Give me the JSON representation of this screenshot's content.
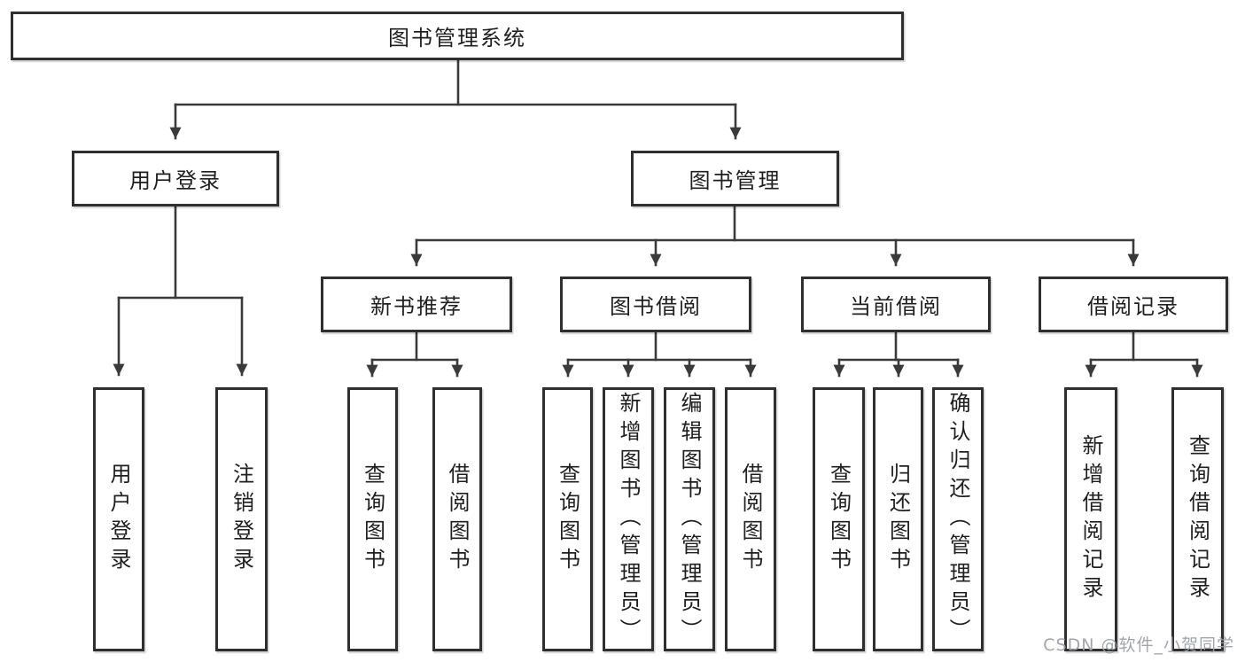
{
  "diagram": {
    "root": "图书管理系统",
    "branches": {
      "login": {
        "label": "用户登录",
        "children": [
          "用户登录",
          "注销登录"
        ]
      },
      "manage": {
        "label": "图书管理",
        "modules": [
          {
            "label": "新书推荐",
            "children": [
              "查询图书",
              "借阅图书"
            ]
          },
          {
            "label": "图书借阅",
            "children": [
              "查询图书",
              "新增图书（管理员）",
              "编辑图书（管理员）",
              "借阅图书"
            ]
          },
          {
            "label": "当前借阅",
            "children": [
              "查询图书",
              "归还图书",
              "确认归还（管理员）"
            ]
          },
          {
            "label": "借阅记录",
            "children": [
              "新增借阅记录",
              "查询借阅记录"
            ]
          }
        ]
      }
    }
  },
  "watermark": "CSDN @软件_小贺同学",
  "colors": {
    "line": "#3a3a3a",
    "box_border": "#2f2f2f",
    "box_fill": "#ffffff",
    "text": "#1f1f1f",
    "watermark": "#9ea0a6",
    "background": "#ffffff"
  }
}
